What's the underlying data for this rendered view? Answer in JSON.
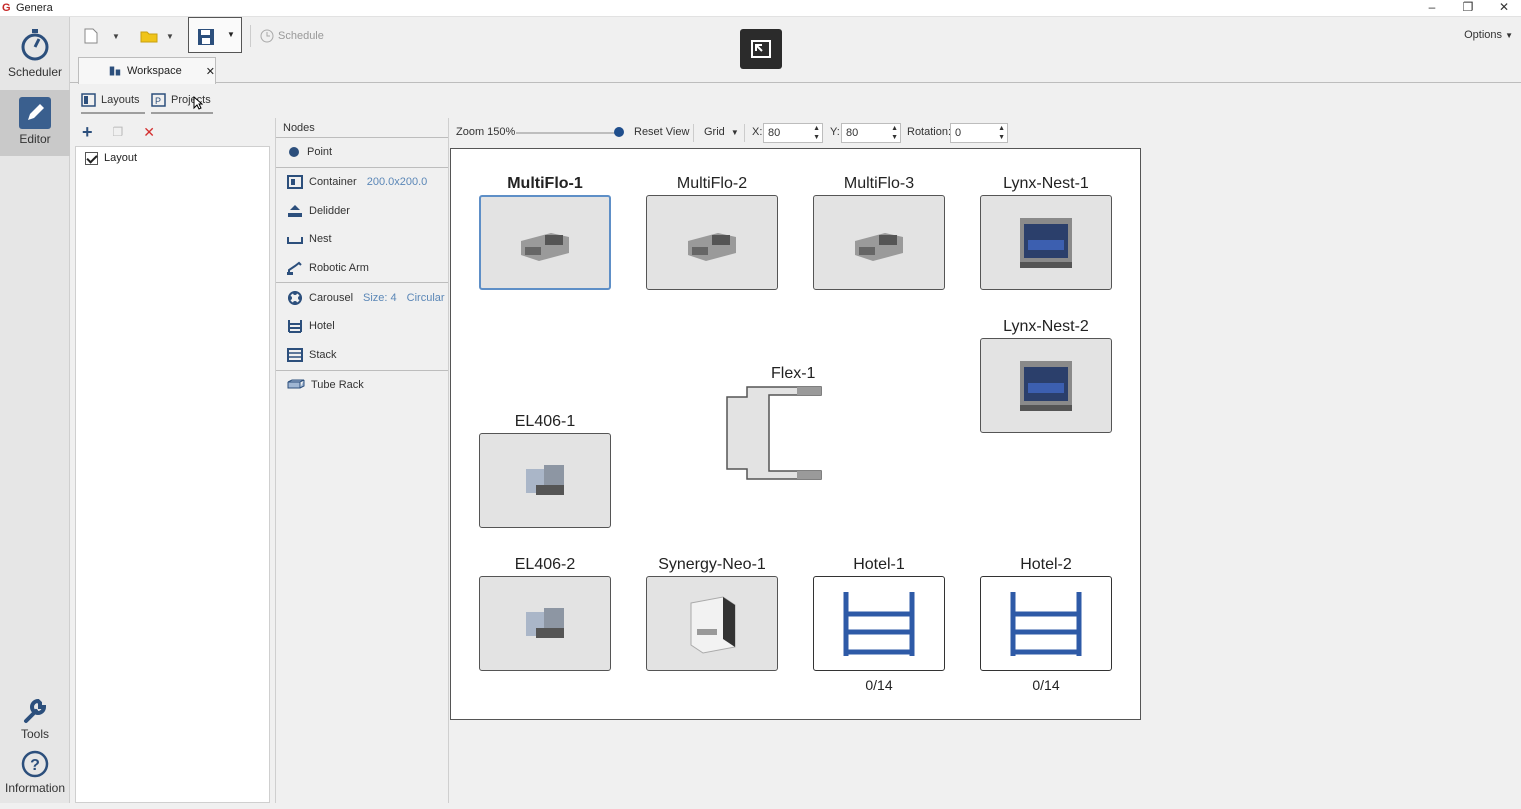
{
  "window": {
    "title": "Genera"
  },
  "nav": {
    "scheduler": "Scheduler",
    "editor": "Editor",
    "tools": "Tools",
    "information": "Information"
  },
  "toolbar": {
    "schedule": "Schedule",
    "options": "Options"
  },
  "workspace_tab": {
    "label": "Workspace"
  },
  "subtabs": {
    "layouts": "Layouts",
    "projects": "Projects"
  },
  "layouts": {
    "items": [
      {
        "label": "Layout",
        "checked": true
      }
    ]
  },
  "nodes": {
    "header": "Nodes",
    "groups": [
      [
        {
          "label": "Point",
          "icon": "point-icon"
        }
      ],
      [
        {
          "label": "Container",
          "sub": "200.0x200.0",
          "icon": "container-icon"
        },
        {
          "label": "Delidder",
          "icon": "delidder-icon"
        },
        {
          "label": "Nest",
          "icon": "nest-icon"
        },
        {
          "label": "Robotic Arm",
          "icon": "robotic-arm-icon"
        }
      ],
      [
        {
          "label": "Carousel",
          "sub": "Size: 4",
          "sub2": "Circular",
          "icon": "carousel-icon"
        },
        {
          "label": "Hotel",
          "icon": "hotel-icon"
        },
        {
          "label": "Stack",
          "icon": "stack-icon"
        }
      ],
      [
        {
          "label": "Tube Rack",
          "icon": "tube-rack-icon"
        }
      ]
    ]
  },
  "canvas_toolbar": {
    "zoom": "Zoom 150%",
    "zoom_level": 1.0,
    "reset_view": "Reset View",
    "grid": "Grid",
    "x_label": "X:",
    "x_value": "80",
    "y_label": "Y:",
    "y_value": "80",
    "rotation_label": "Rotation:",
    "rotation_value": "0"
  },
  "canvas": {
    "devices": [
      {
        "name": "MultiFlo-1",
        "type": "multiflo",
        "selected": true
      },
      {
        "name": "MultiFlo-2",
        "type": "multiflo"
      },
      {
        "name": "MultiFlo-3",
        "type": "multiflo"
      },
      {
        "name": "Lynx-Nest-1",
        "type": "lynx"
      },
      {
        "name": "Lynx-Nest-2",
        "type": "lynx"
      },
      {
        "name": "Flex-1",
        "type": "flex"
      },
      {
        "name": "EL406-1",
        "type": "el406"
      },
      {
        "name": "EL406-2",
        "type": "el406"
      },
      {
        "name": "Synergy-Neo-1",
        "type": "synergy"
      },
      {
        "name": "Hotel-1",
        "type": "hotel",
        "count": "0/14"
      },
      {
        "name": "Hotel-2",
        "type": "hotel",
        "count": "0/14"
      }
    ]
  }
}
